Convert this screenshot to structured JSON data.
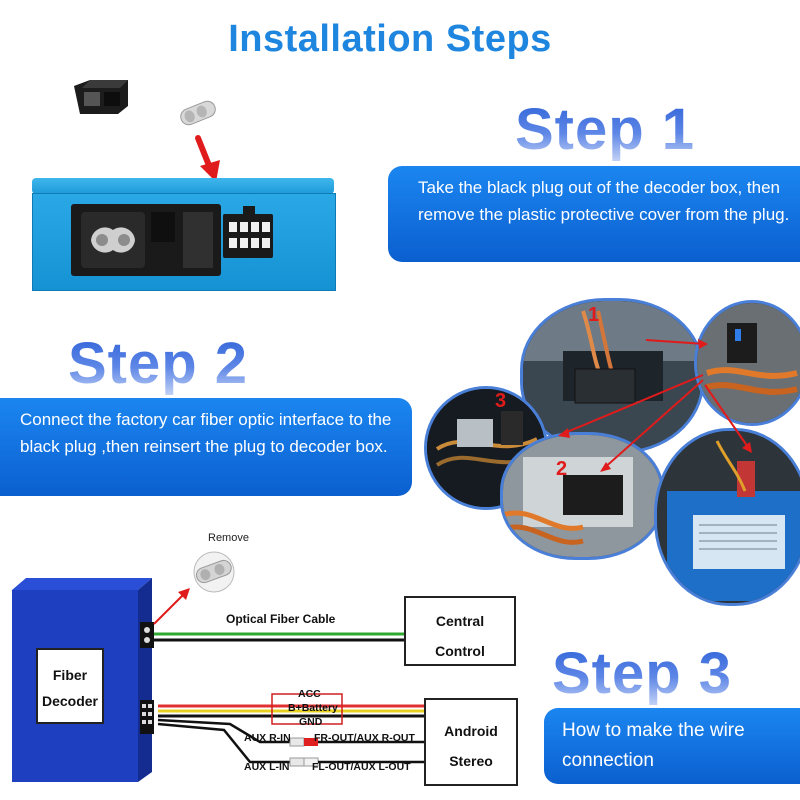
{
  "title": "Installation Steps",
  "steps": [
    {
      "heading": "Step 1",
      "text": "Take the black plug out of the decoder box, then remove the plastic protective cover from the plug."
    },
    {
      "heading": "Step 2",
      "text": "Connect the factory car fiber optic interface to the black plug ,then reinsert the plug to decoder box."
    },
    {
      "heading": "Step 3",
      "text": "How to make the wire connection"
    }
  ],
  "diagram": {
    "remove_label": "Remove",
    "fiber_decoder_line1": "Fiber",
    "fiber_decoder_line2": "Decoder",
    "optical_cable_label": "Optical Fiber Cable",
    "central_control_line1": "Central",
    "central_control_line2": "Control",
    "android_stereo_line1": "Android",
    "android_stereo_line2": "Stereo",
    "wire_acc": "ACC",
    "wire_battery": "B+Battery",
    "wire_gnd": "GND",
    "aux_r_in": "AUX R-IN",
    "aux_l_in": "AUX L-IN",
    "fr_out": "FR-OUT/AUX R-OUT",
    "fl_out": "FL-OUT/AUX L-OUT"
  },
  "photo_numbers": [
    "1",
    "2",
    "3"
  ],
  "colors": {
    "accent_blue": "#1f86e0",
    "box_blue": "#0b6fd8",
    "decoder_blue": "#1e3fc0",
    "arrow_red": "#e01b1b",
    "fiber_green": "#2fa82f"
  }
}
